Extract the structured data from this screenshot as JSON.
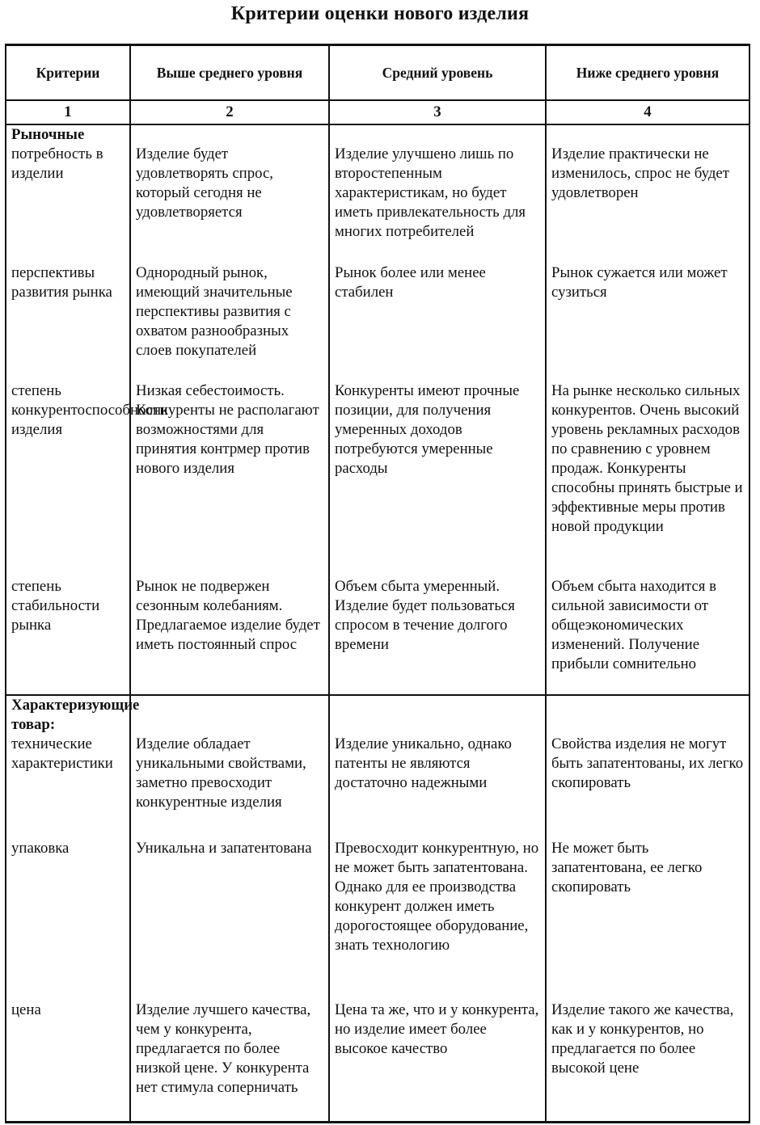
{
  "title": "Критерии оценки нового изделия",
  "headers": [
    "Критерии",
    "Выше среднего уровня",
    "Средний уровень",
    "Ниже среднего уровня"
  ],
  "column_numbers": [
    "1",
    "2",
    "3",
    "4"
  ],
  "groups": [
    {
      "name": "Рыночные",
      "rows": [
        {
          "criterion": "потребность в изделии",
          "above": "Изделие будет удовлетворять спрос, который сегодня не удовлетворяется",
          "average": "Изделие улучшено лишь по второстепенным характеристикам, но будет иметь привлекательность для многих потребителей",
          "below": "Изделие практически не изменилось, спрос не будет удовлетворен"
        },
        {
          "criterion": "перспективы развития рынка",
          "above": "Однородный рынок, имеющий значительные перспективы развития с охватом разнообразных слоев покупателей",
          "average": "Рынок более или менее стабилен",
          "below": "Рынок сужается или может сузиться"
        },
        {
          "criterion": "степень конкурентоспособности изделия",
          "above": "Низкая себестоимость. Конкуренты не располагают возможностями для принятия контрмер против нового изделия",
          "average": "Конкуренты имеют прочные позиции, для получения умеренных доходов потребуются умеренные расходы",
          "below": "На рынке несколько сильных конкурентов. Очень высокий уровень рекламных расходов по сравнению с уровнем продаж. Конкуренты способны принять быстрые и эффективные меры против новой продукции"
        },
        {
          "criterion": "степень стабильности рынка",
          "above": "Рынок не подвержен сезонным колебаниям. Предлагаемое изделие будет иметь постоянный спрос",
          "average": "Объем сбыта умеренный. Изделие будет пользоваться спросом в течение долгого времени",
          "below": "Объем сбыта находится в сильной зависимости от общеэкономических изменений. Получение прибыли сомнительно"
        }
      ]
    },
    {
      "name": "Характеризующие товар:",
      "rows": [
        {
          "criterion": "технические характеристики",
          "above": "Изделие обладает уникальными свойствами, заметно превосходит конкурентные изделия",
          "average": "Изделие уникально, однако патенты не являются достаточно надежными",
          "below": "Свойства изделия не могут быть запатентованы, их легко скопировать"
        },
        {
          "criterion": "упаковка",
          "above": "Уникальна и запатентована",
          "average": "Превосходит конкурентную, но не может быть запатентована. Однако для ее производства конкурент должен иметь дорогостоящее оборудование, знать технологию",
          "below": "Не может быть запатентована, ее легко скопировать"
        },
        {
          "criterion": "цена",
          "above": "Изделие лучшего качества, чем у конкурента, предлагается по более низкой цене. У конкурента нет стимула соперничать",
          "average": "Цена та же, что и у конкурента, но изделие имеет более высокое качество",
          "below": "Изделие такого же качества, как и у конкурентов, но предлагается по более высокой цене"
        }
      ]
    }
  ]
}
